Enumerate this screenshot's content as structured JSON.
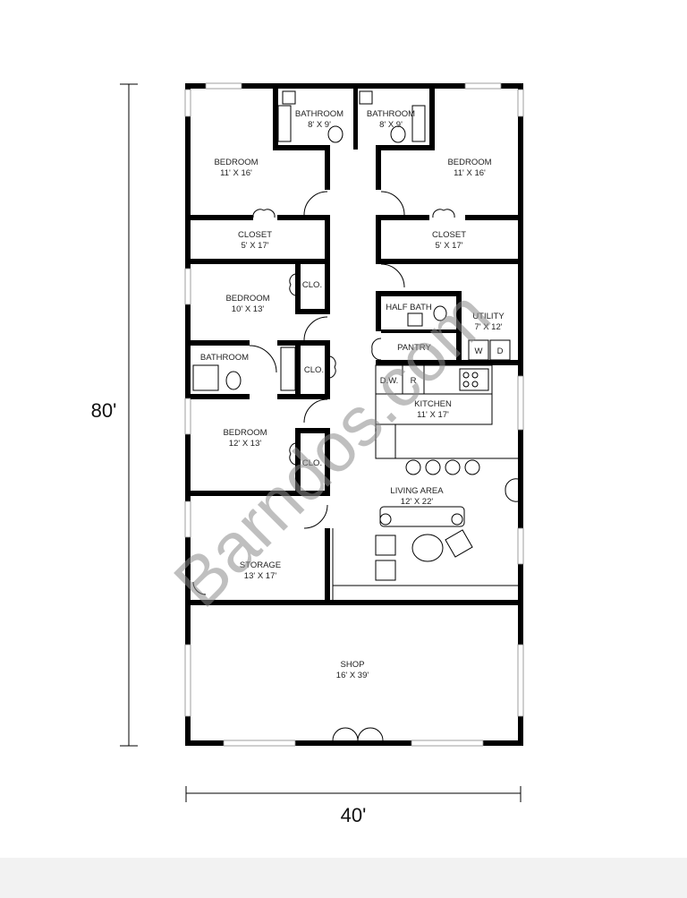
{
  "dimensions": {
    "height": "80'",
    "width": "40'"
  },
  "watermark": "Barndos.com",
  "rooms": {
    "bath_left": {
      "name": "BATHROOM",
      "size": "8' X 9'"
    },
    "bath_right": {
      "name": "BATHROOM",
      "size": "8' X 9'"
    },
    "bedroom_nw": {
      "name": "BEDROOM",
      "size": "11' X 16'"
    },
    "bedroom_ne": {
      "name": "BEDROOM",
      "size": "11' X 16'"
    },
    "closet_w": {
      "name": "CLOSET",
      "size": "5' X 17'"
    },
    "closet_e": {
      "name": "CLOSET",
      "size": "5' X 17'"
    },
    "bedroom_mid": {
      "name": "BEDROOM",
      "size": "10' X 13'"
    },
    "clo_1": {
      "name": "CLO."
    },
    "half_bath": {
      "name": "HALF BATH"
    },
    "utility": {
      "name": "UTILITY",
      "size": "7' X 12'"
    },
    "pantry": {
      "name": "PANTRY"
    },
    "bathroom_w": {
      "name": "BATHROOM"
    },
    "clo_2": {
      "name": "CLO."
    },
    "kitchen": {
      "name": "KITCHEN",
      "size": "11' X 17'",
      "dw": "D.W.",
      "r": "R"
    },
    "bedroom_sw": {
      "name": "BEDROOM",
      "size": "12' X 13'"
    },
    "clo_3": {
      "name": "CLO."
    },
    "living": {
      "name": "LIVING AREA",
      "size": "12' X 22'"
    },
    "storage": {
      "name": "STORAGE",
      "size": "13' X 17'"
    },
    "shop": {
      "name": "SHOP",
      "size": "16' X 39'"
    },
    "washer": "W",
    "dryer": "D"
  }
}
